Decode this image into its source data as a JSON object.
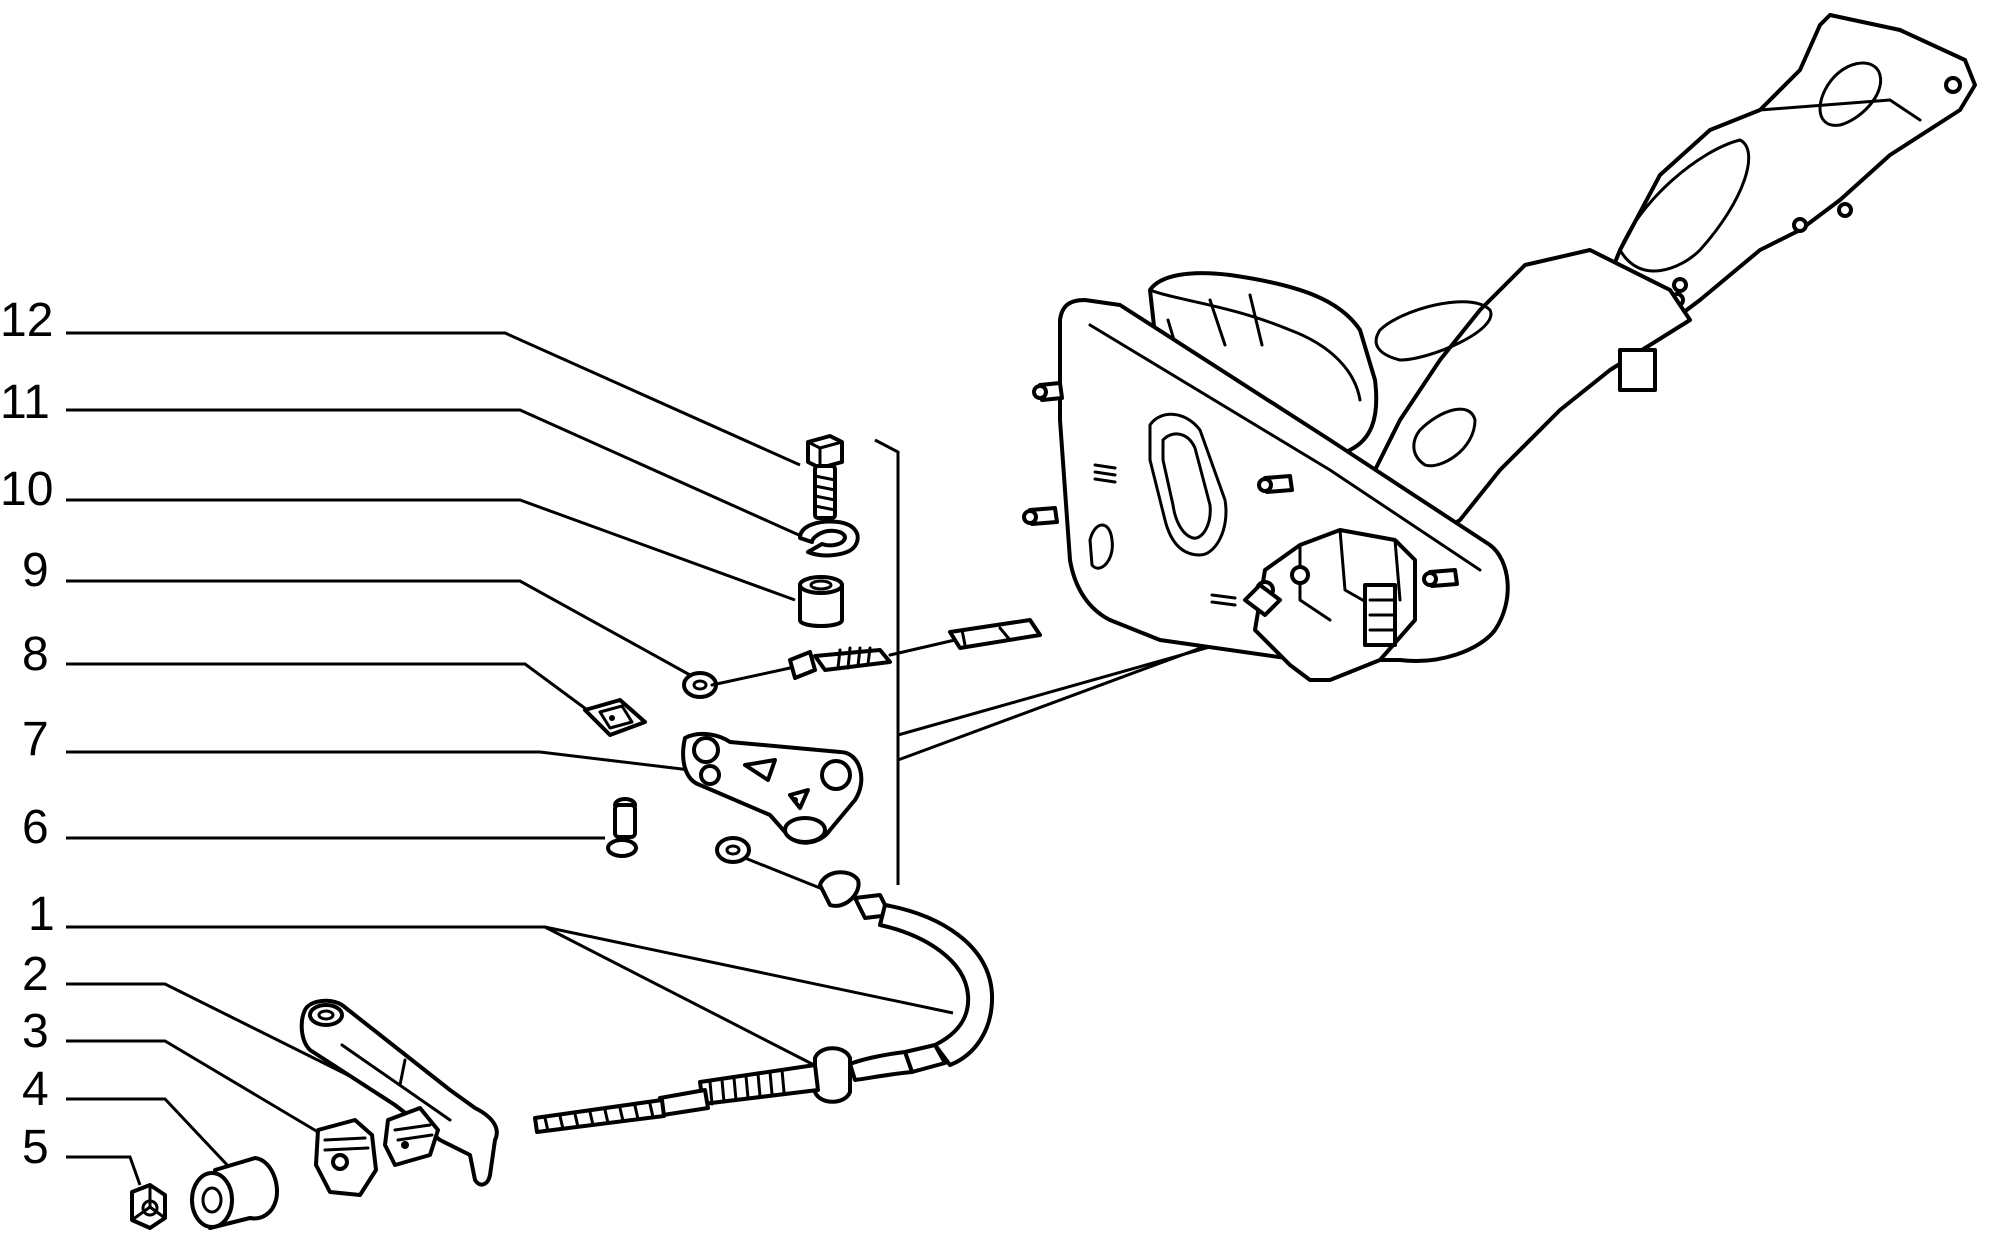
{
  "callouts": [
    {
      "id": "12",
      "label": "12"
    },
    {
      "id": "11",
      "label": "11"
    },
    {
      "id": "10",
      "label": "10"
    },
    {
      "id": "9",
      "label": "9"
    },
    {
      "id": "8",
      "label": "8"
    },
    {
      "id": "7",
      "label": "7"
    },
    {
      "id": "6",
      "label": "6"
    },
    {
      "id": "1",
      "label": "1"
    },
    {
      "id": "2",
      "label": "2"
    },
    {
      "id": "3",
      "label": "3"
    },
    {
      "id": "4",
      "label": "4"
    },
    {
      "id": "5",
      "label": "5"
    }
  ],
  "colors": {
    "line": "#000000",
    "background": "#ffffff"
  }
}
